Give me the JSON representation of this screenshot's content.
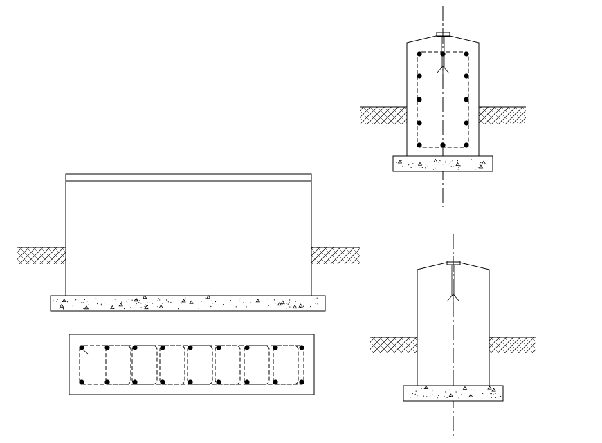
{
  "drawing": {
    "type": "cad-detail",
    "background": "#ffffff",
    "line_color": "#000000",
    "views": [
      {
        "name": "front-elevation",
        "shows": [
          "wall",
          "soil-hatch",
          "concrete-base"
        ]
      },
      {
        "name": "plan-reinforcement",
        "shows": [
          "dashed-rebar-cage",
          "rebar-dots"
        ]
      },
      {
        "name": "section-with-rebar",
        "shows": [
          "pier",
          "ties",
          "rebar-dots",
          "soil-hatch",
          "concrete-base",
          "centerline"
        ]
      },
      {
        "name": "section-plain",
        "shows": [
          "pier",
          "anchor",
          "soil-hatch",
          "concrete-base",
          "centerline"
        ]
      }
    ]
  }
}
